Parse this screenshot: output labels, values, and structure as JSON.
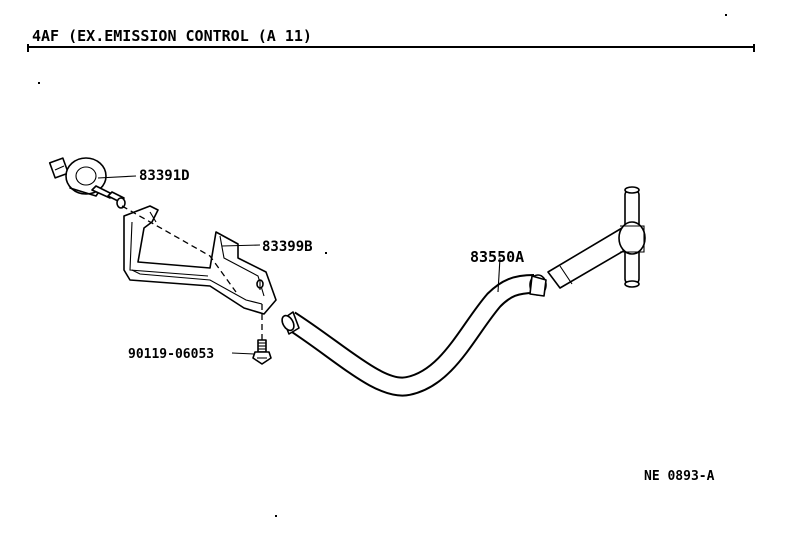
{
  "header": {
    "title": "4AF (EX.EMISSION CONTROL (A 11)"
  },
  "parts": {
    "vsv": "83391D",
    "bracket": "83399B",
    "hose": "83550A",
    "bolt": "90119-06053"
  },
  "figure_code": "NE 0893-A"
}
